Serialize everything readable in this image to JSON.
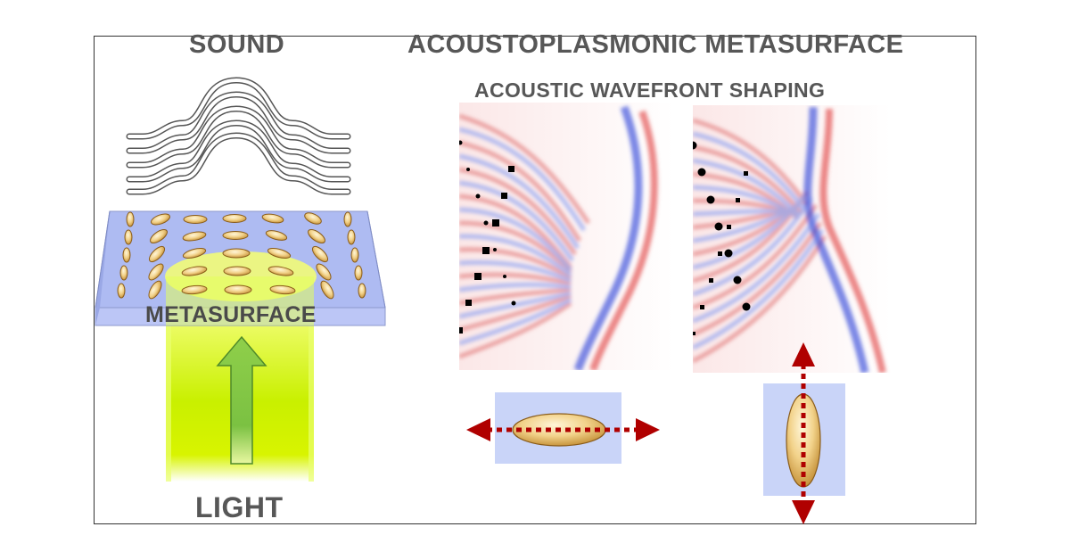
{
  "labels": {
    "sound": "SOUND",
    "title": "ACOUSTOPLASMONIC METASURFACE",
    "subtitle": "ACOUSTIC WAVEFRONT SHAPING",
    "metasurface": "METASURFACE",
    "light": "LIGHT"
  },
  "colors": {
    "text": "#575757",
    "beam": "#c8f000",
    "arrow": "#7bc142",
    "substrate": "#a9b6ef",
    "nanorod": "#e8c06a",
    "polarization_arrow": "#b00000",
    "field_positive": "#e05050",
    "field_negative": "#3050d8"
  },
  "icons": {
    "sound_wave": "sound-wave-icon",
    "light_arrow": "up-arrow-icon",
    "polarization": "double-arrow-icon"
  }
}
